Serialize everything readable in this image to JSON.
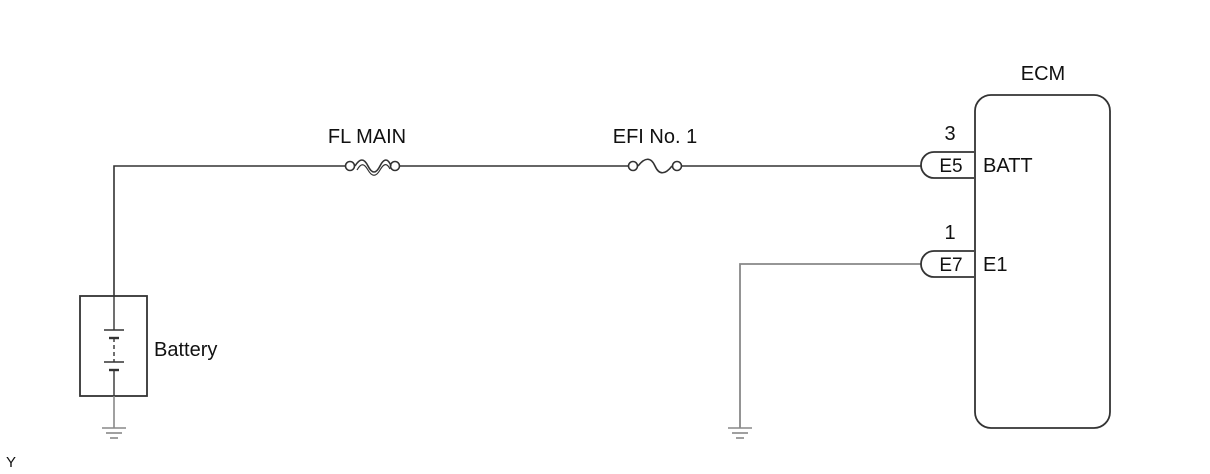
{
  "colors": {
    "wire": "#333333",
    "ground_wire": "#888888",
    "text": "#111111"
  },
  "labels": {
    "fuse_main": "FL MAIN",
    "fuse_efi": "EFI No. 1",
    "ecm": "ECM",
    "battery": "Battery",
    "corner_mark": "Y"
  },
  "pins": {
    "batt": {
      "number": "3",
      "connector": "E5",
      "terminal": "BATT"
    },
    "e1": {
      "number": "1",
      "connector": "E7",
      "terminal": "E1"
    }
  },
  "icons": {
    "fuse_main": "fusible-link-icon",
    "fuse_efi": "fuse-icon",
    "battery": "battery-icon",
    "ground": "ground-icon"
  }
}
